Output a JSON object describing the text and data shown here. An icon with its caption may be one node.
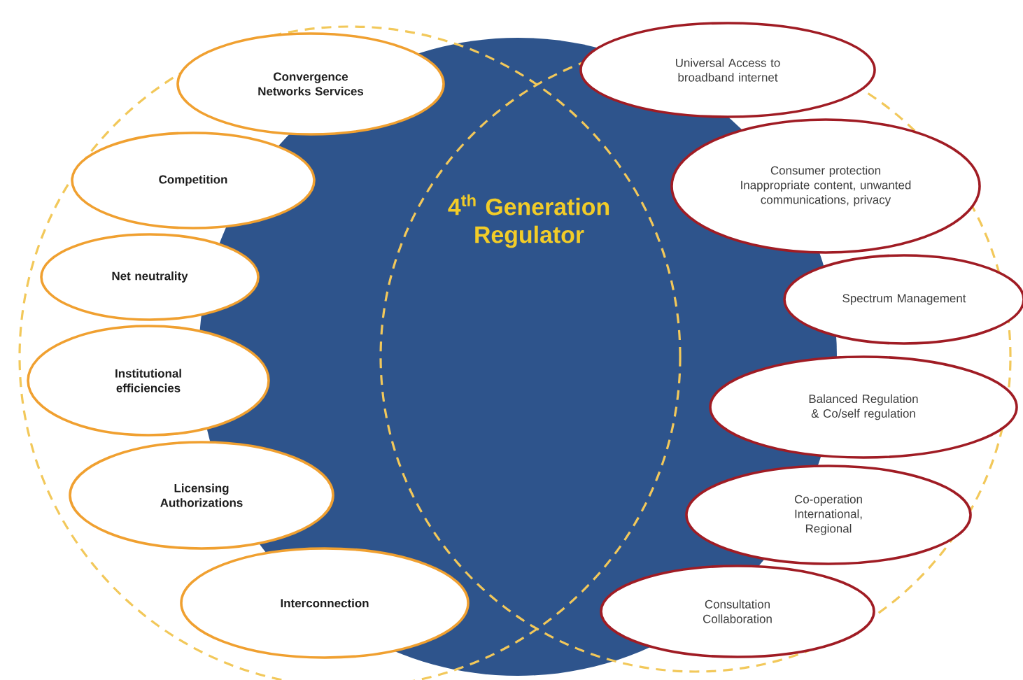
{
  "diagram": {
    "nodes": [
      {
        "text": [
          "4$^{th}$ Generation Regulator"
        ]
      },
      {
        "text": [
          "Convergence Networks Services"
        ]
      },
      {
        "text": [
          "Competition"
        ]
      },
      {
        "text": [
          "Net neutrality"
        ]
      },
      {
        "text": [
          "Institutional efficiencies"
        ]
      },
      {
        "text": [
          "Licensing Authorizations"
        ]
      },
      {
        "text": [
          "Interconnection"
        ]
      },
      {
        "text": [
          "Universal Access to broadband internet"
        ]
      },
      {
        "text": [
          "Consumer protection",
          "Inappropriate content, unwanted communications, privacy"
        ]
      },
      {
        "text": [
          "Spectrum Management"
        ]
      },
      {
        "text": [
          "Balanced Regulation & Co/self regulation"
        ]
      },
      {
        "text": [
          "Co-operation International, Regional"
        ]
      },
      {
        "text": [
          "Consultation Collaboration"
        ]
      }
    ]
  }
}
